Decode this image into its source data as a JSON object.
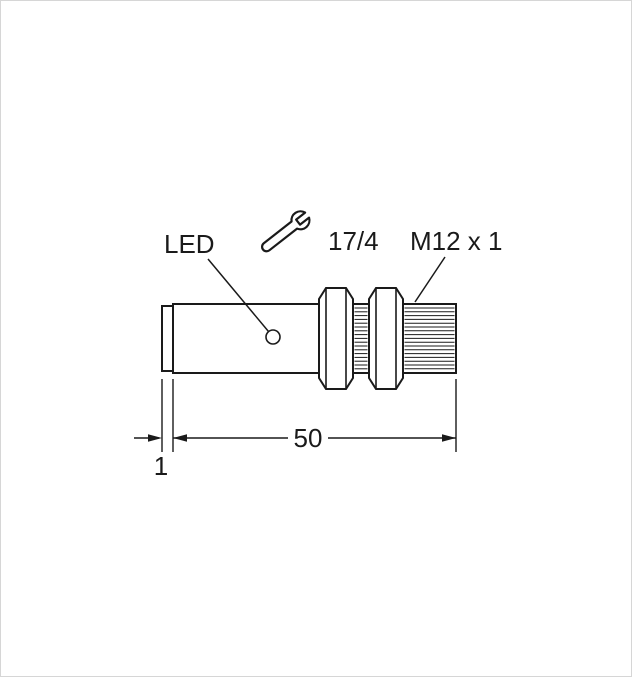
{
  "labels": {
    "led": "LED",
    "wrench_size": "17/4",
    "thread_spec": "M12 x 1"
  },
  "dimensions": {
    "body_length": "50",
    "cap_width": "1"
  },
  "icons": {
    "wrench": "open-end-wrench-icon"
  },
  "colors": {
    "line": "#1a1a1a",
    "background": "#ffffff"
  }
}
